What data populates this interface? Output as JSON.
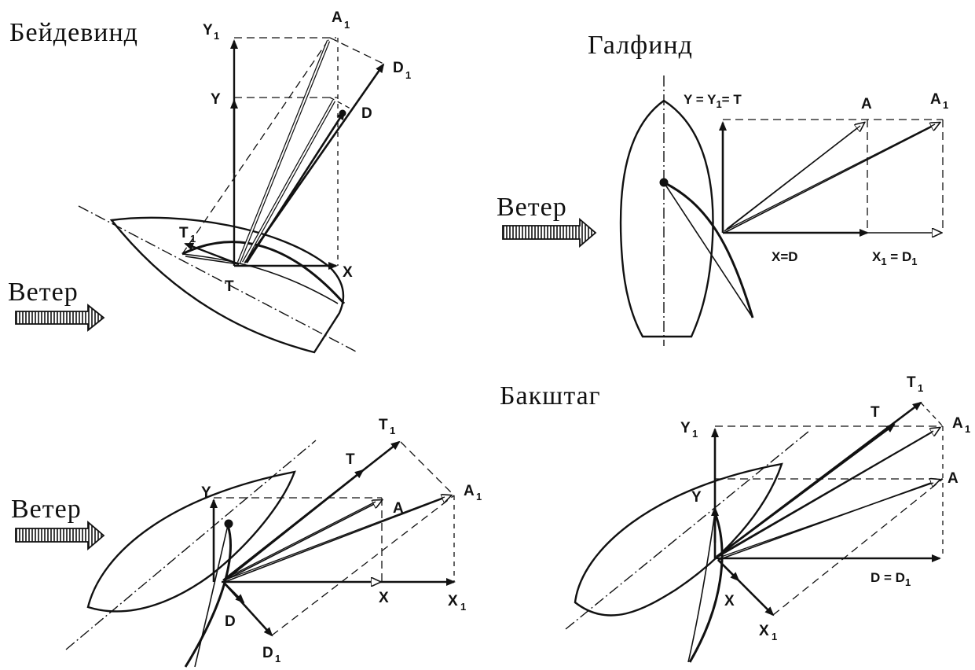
{
  "titles": {
    "beidewind": "Бейдевинд",
    "galfind": "Галфинд",
    "bakshtag": "Бакштаг"
  },
  "wind_label": "Ветер",
  "labels": {
    "Y": "Y",
    "Y1": "Y",
    "A": "A",
    "A1": "A",
    "D": "D",
    "D1": "D",
    "T": "T",
    "T1": "T",
    "X": "X",
    "X1": "X",
    "sub1": "1",
    "eq_y_t": "Y = Y",
    "eq_y_t_tail": "= T",
    "eq_x_d": "X=D",
    "eq_x1_d1": "X",
    "eq_x1_d1_mid": " = D",
    "eq_d_d1": "D = D"
  },
  "colors": {
    "ink": "#111111",
    "paper": "#ffffff"
  }
}
